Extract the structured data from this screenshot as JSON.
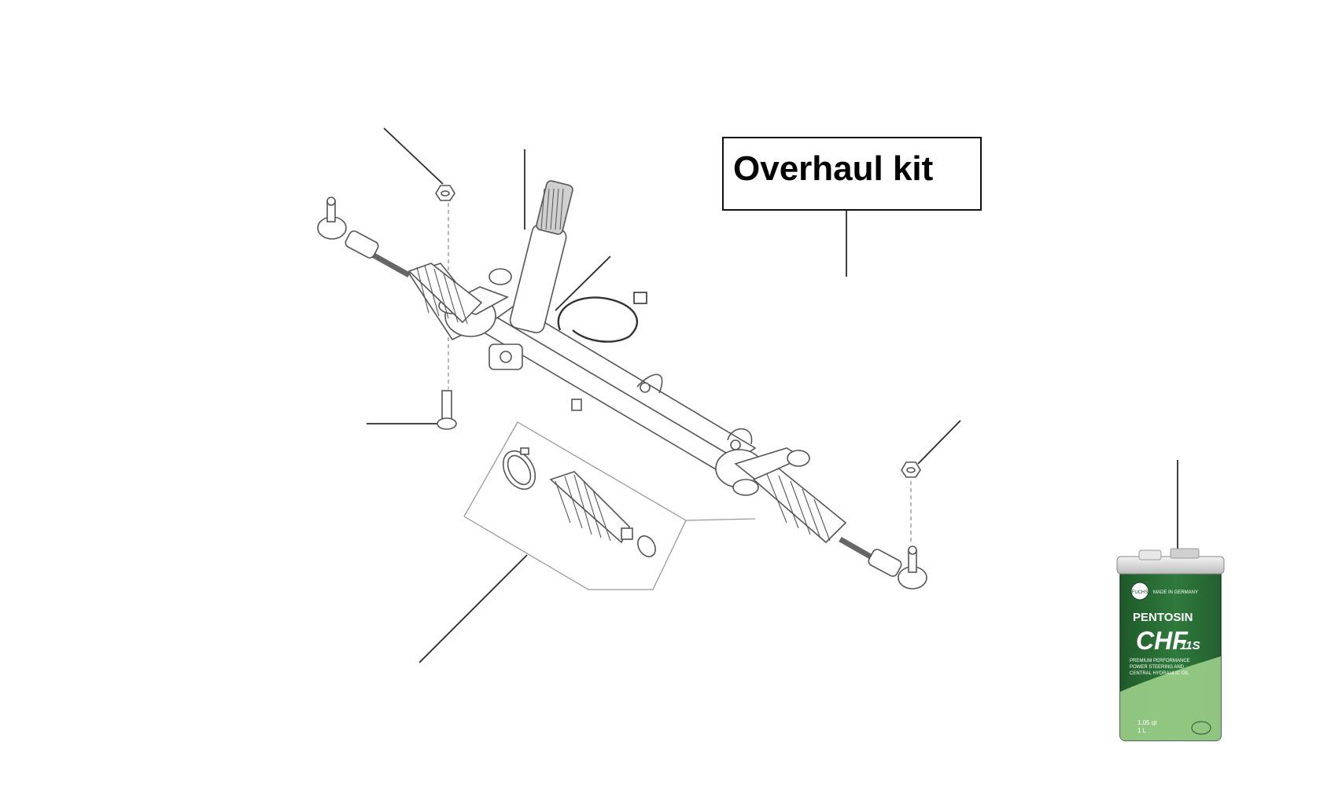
{
  "kit_label": {
    "text": "Overhaul kit"
  },
  "fluid_can": {
    "maker": "FUCHS",
    "origin": "MADE IN GERMANY",
    "brand": "PENTOSIN",
    "product": "CHF",
    "grade": "11S",
    "description_line1": "PREMIUM PERFORMANCE",
    "description_line2": "POWER STEERING AND",
    "description_line3": "CENTRAL HYDRAULIC OIL",
    "volume_qt": "1.05 qt",
    "volume_l": "1 L"
  },
  "colors": {
    "line": "#2b2b2b",
    "part_stroke": "#555555",
    "can_green": "#2f7a3c",
    "can_light_green": "#9ccf8a"
  }
}
